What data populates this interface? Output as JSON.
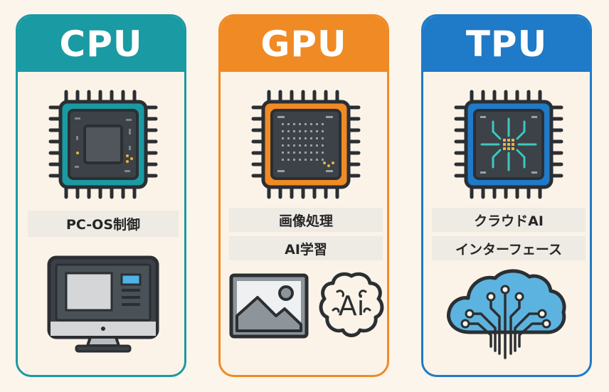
{
  "cards": [
    {
      "title": "CPU",
      "labels": [
        "PC-OS制御"
      ],
      "icon": "monitor-icon",
      "accent": "#1a9aa2"
    },
    {
      "title": "GPU",
      "labels": [
        "画像処理",
        "AI学習"
      ],
      "icons": [
        "image-icon",
        "ai-brain-icon"
      ],
      "accent": "#f08a24"
    },
    {
      "title": "TPU",
      "labels": [
        "クラウドAI",
        "インターフェース"
      ],
      "icon": "cloud-circuit-icon",
      "accent": "#1f7ac8"
    }
  ],
  "ai_icon_text": "Ai"
}
